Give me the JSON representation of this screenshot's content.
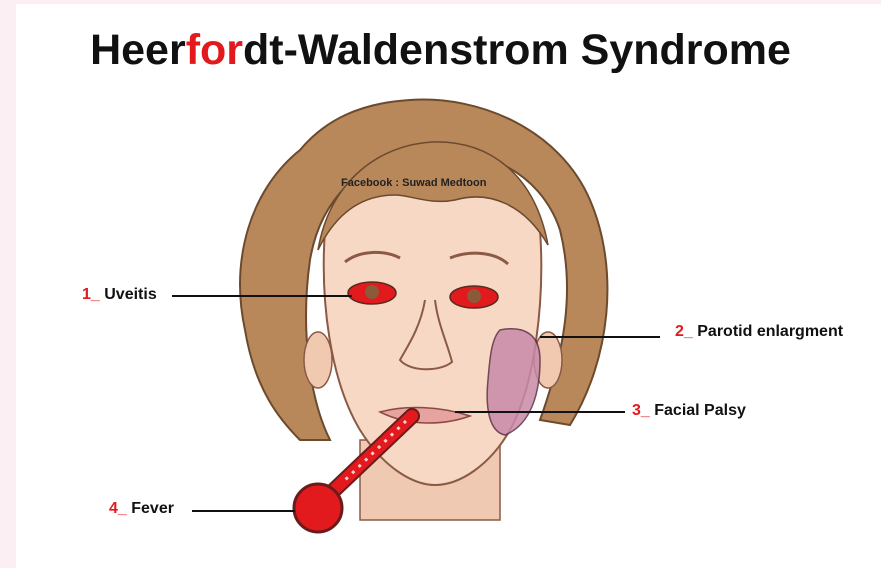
{
  "title": {
    "part1": "Heer",
    "part2": "for",
    "part3": "dt-Waldenstrom Syndrome",
    "accent_color": "#e2191d"
  },
  "credit": "Facebook : Suwad Medtoon",
  "labels": [
    {
      "num": "1_",
      "text": "Uveitis"
    },
    {
      "num": "2_",
      "text": "Parotid enlargment"
    },
    {
      "num": "3_",
      "text": "Facial Palsy"
    },
    {
      "num": "4_",
      "text": "Fever"
    }
  ],
  "colors": {
    "background": "#fbeff3",
    "hair": "#b9885a",
    "skin": "#f6d8c4",
    "eye_redness": "#e2191d",
    "parotid_swelling": "#c98aa8",
    "thermometer": "#e2191d"
  }
}
